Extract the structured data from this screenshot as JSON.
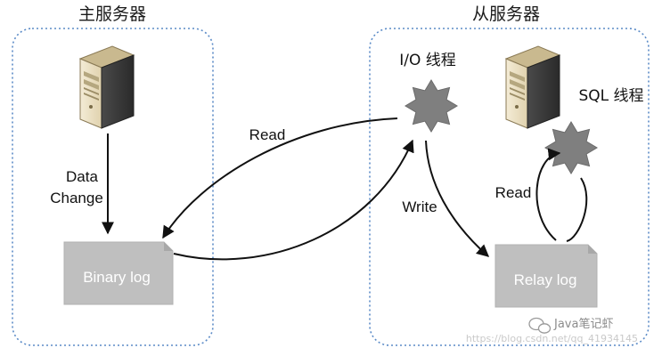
{
  "master": {
    "title": "主服务器",
    "data_change_line1": "Data",
    "data_change_line2": "Change",
    "binary_log": "Binary log"
  },
  "slave": {
    "title": "从服务器",
    "io_thread": "I/O 线程",
    "sql_thread": "SQL 线程",
    "write": "Write",
    "read": "Read",
    "relay_log": "Relay log"
  },
  "link": {
    "read": "Read"
  },
  "watermark": {
    "brand": "Java笔记虾",
    "url": "https://blog.csdn.net/qq_41934145"
  },
  "colors": {
    "panel_border": "#5b8bc7",
    "log_box": "#bfbfbf",
    "star": "#7f7f7f",
    "arrow": "#111111"
  },
  "icons": {
    "server": "server-tower-icon",
    "thread": "thread-star-icon"
  }
}
